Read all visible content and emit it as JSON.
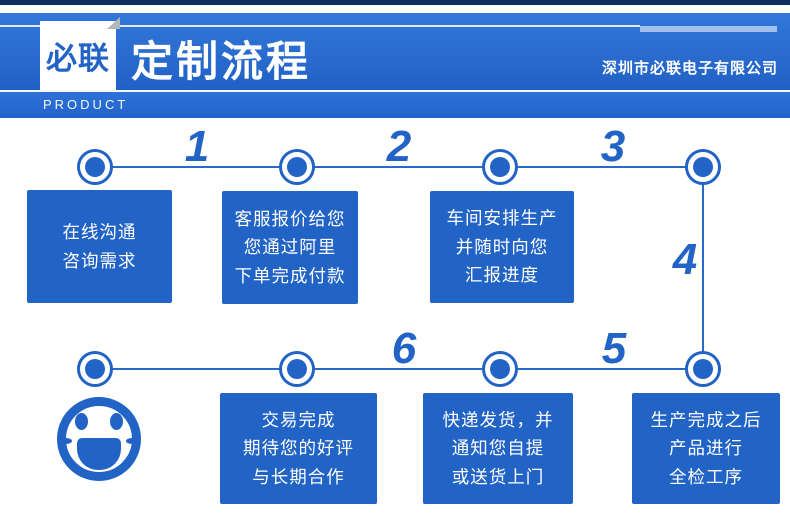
{
  "header": {
    "logo_text": "必联",
    "title": "定制流程",
    "product_label": "PRODUCT",
    "company": "深圳市必联电子有限公司"
  },
  "colors": {
    "primary_blue": "#2263c6",
    "banner_top": "#3377da",
    "banner_bottom": "#2161c6",
    "topbar_navy": "#0e2d60",
    "accent_light": "#a9c3ec",
    "box_text": "#ffffff"
  },
  "flow": {
    "steps": [
      {
        "num": "1",
        "text": "在线沟通\n咨询需求"
      },
      {
        "num": "2",
        "text": "客服报价给您\n您通过阿里\n下单完成付款"
      },
      {
        "num": "3",
        "text": "车间安排生产\n并随时向您\n汇报进度"
      },
      {
        "num": "4",
        "text": "生产完成之后\n产品进行\n全检工序"
      },
      {
        "num": "5",
        "text": "快递发货，并\n通知您自提\n或送货上门"
      },
      {
        "num": "6",
        "text": "交易完成\n期待您的好评\n与长期合作"
      }
    ]
  }
}
